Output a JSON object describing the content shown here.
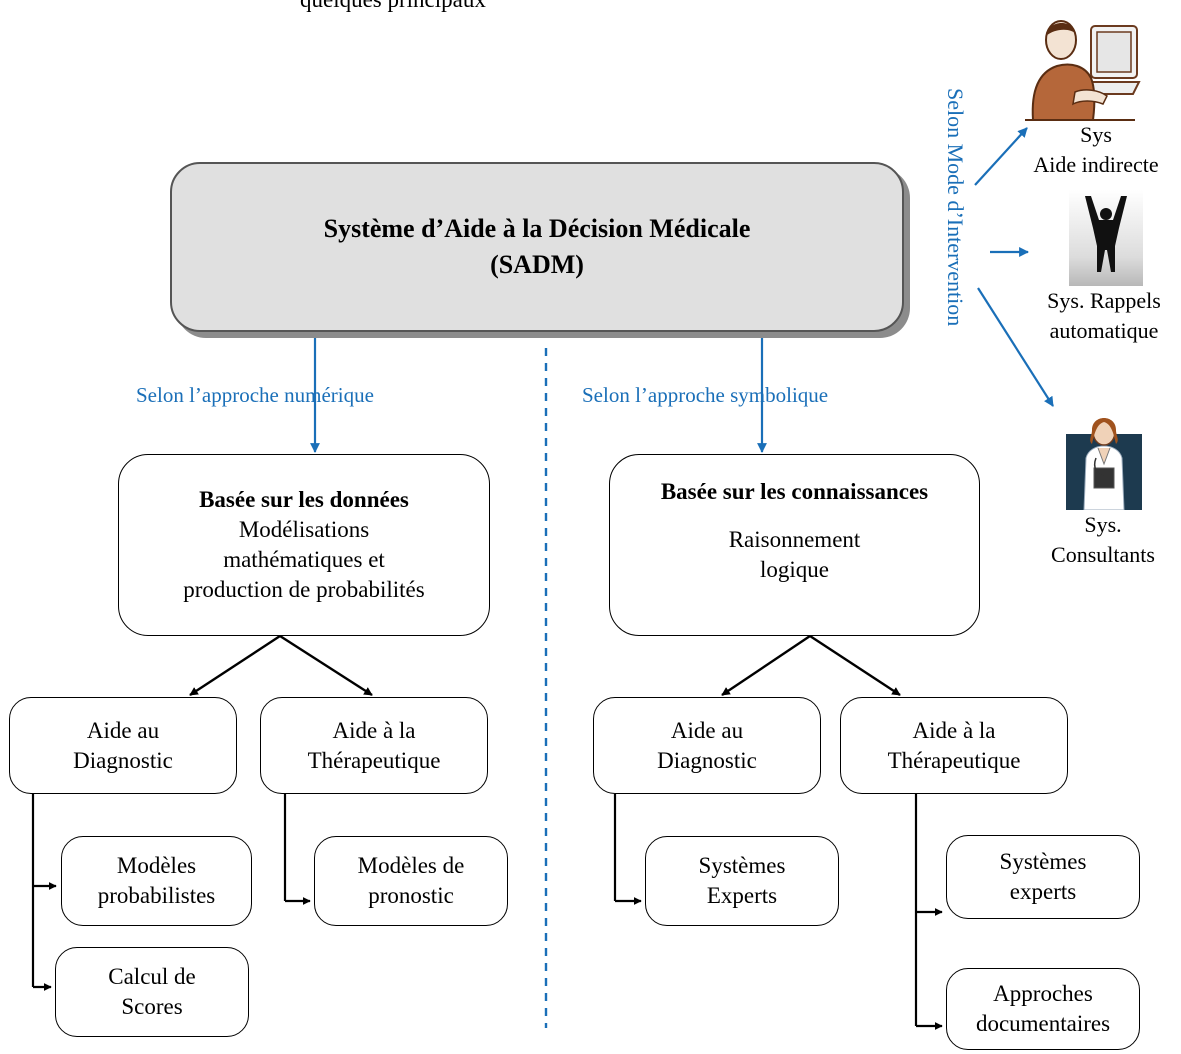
{
  "header_text": "quelques principaux                                          ",
  "main": {
    "line1": "Système d’Aide à la Décision Médicale",
    "line2": "(SADM)"
  },
  "approach_left": "Selon l’approche numérique",
  "approach_right": "Selon l’approche symbolique",
  "mode_label": "Selon Mode  d’Intervention",
  "left_box": {
    "title": "Basée sur les données",
    "lines": [
      "Modélisations",
      "mathématiques et",
      "production de probabilités"
    ]
  },
  "right_box": {
    "title": "Basée sur les connaissances",
    "lines": [
      "Raisonnement",
      "logique"
    ]
  },
  "left_diag": [
    "Aide au",
    "Diagnostic"
  ],
  "left_ther": [
    "Aide à la",
    "Thérapeutique"
  ],
  "right_diag": [
    "Aide au",
    "Diagnostic"
  ],
  "right_ther": [
    "Aide à la",
    "Thérapeutique"
  ],
  "leaves": {
    "modeles_prob": [
      "Modèles",
      "probabilistes"
    ],
    "calcul_scores": [
      "Calcul de",
      "Scores"
    ],
    "modeles_pronostic": [
      "Modèles de",
      "pronostic"
    ],
    "systemes_experts_1": [
      "Systèmes",
      "Experts"
    ],
    "systemes_experts_2": [
      "Systèmes",
      "experts"
    ],
    "approches_doc": [
      "Approches",
      "documentaires"
    ]
  },
  "modes": {
    "indirect": [
      "Sys",
      "Aide indirecte"
    ],
    "rappels": [
      "Sys. Rappels",
      "automatique"
    ],
    "consultants": [
      "Sys.",
      "Consultants"
    ]
  },
  "colors": {
    "accent_blue": "#1a6fb8",
    "main_box_fill": "#e0e0e0"
  },
  "icons": [
    "office-worker-icon",
    "raised-arms-silhouette-icon",
    "doctor-icon"
  ]
}
